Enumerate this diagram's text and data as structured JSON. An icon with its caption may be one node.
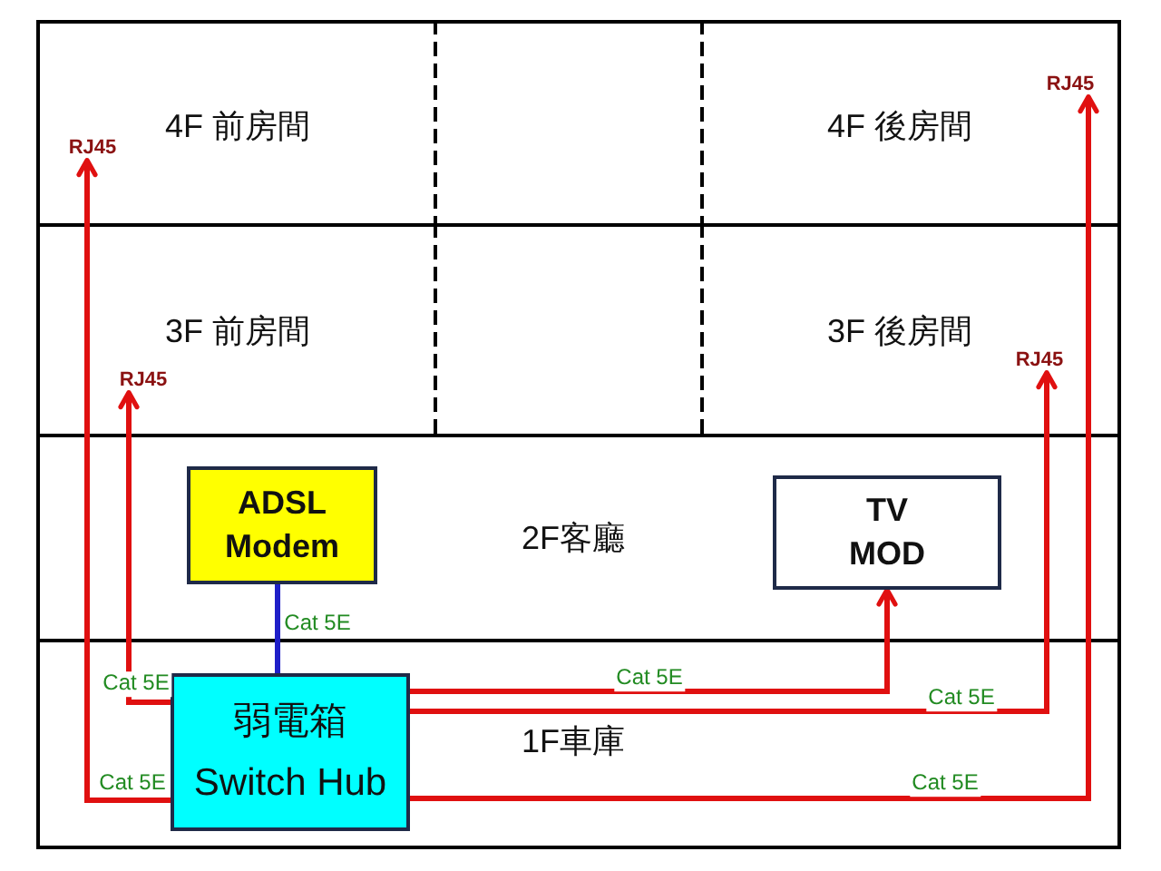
{
  "diagram": {
    "nodes": [
      {
        "text": [
          "4F 前房間"
        ]
      },
      {
        "text": [
          "RJ45"
        ],
        "in": 0
      },
      {
        "text": [],
        "shape": "box"
      },
      {
        "text": [
          "4F 後房間"
        ]
      },
      {
        "text": [
          "RJ45"
        ],
        "in": 3
      },
      {
        "text": [
          "3F 前房間"
        ]
      },
      {
        "text": [
          "RJ45"
        ],
        "in": 5
      },
      {
        "text": [],
        "shape": "box"
      },
      {
        "text": [
          "3F 後房間"
        ]
      },
      {
        "text": [
          "RJ45"
        ],
        "in": 8
      },
      {
        "text": [
          "2F客廳"
        ]
      },
      {
        "text": [
          "ADSL Modem"
        ],
        "in": 10
      },
      {
        "text": [
          "TV MOD"
        ],
        "in": 10
      },
      {
        "text": [
          "1F車庫"
        ]
      },
      {
        "text": [
          "弱電箱",
          "Switch Hub"
        ],
        "in": 13
      }
    ],
    "edges": [
      {
        "from": 11,
        "to": 14,
        "arrow": "none",
        "label": "Cat 5E",
        "color": "#1f1fc8"
      },
      {
        "from": 14,
        "to": 1,
        "arrow": "to",
        "label": "Cat 5E"
      },
      {
        "from": 14,
        "to": 6,
        "arrow": "to",
        "label": "Cat 5E"
      },
      {
        "from": 14,
        "to": 12,
        "arrow": "to",
        "label": "Cat 5E"
      },
      {
        "from": 14,
        "to": 9,
        "arrow": "to",
        "label": "Cat 5E"
      },
      {
        "from": 14,
        "to": 4,
        "arrow": "to",
        "label": "Cat 5E"
      }
    ]
  }
}
